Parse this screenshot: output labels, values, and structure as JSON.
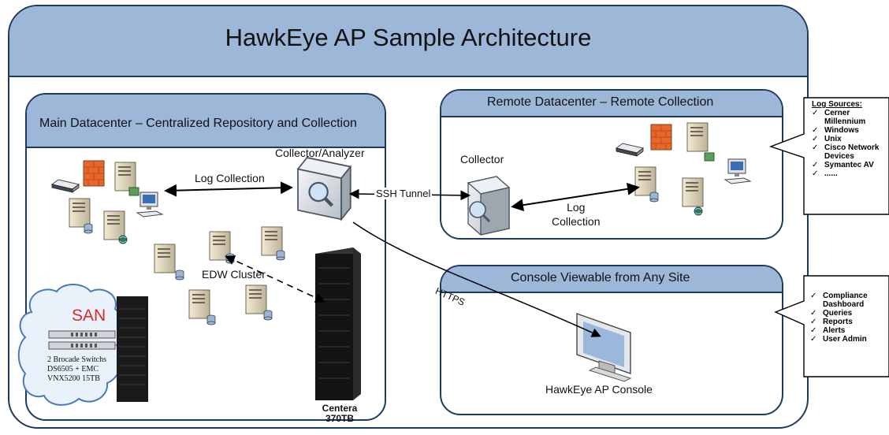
{
  "title": "HawkEye AP Sample Architecture",
  "main_datacenter": {
    "title": "Main Datacenter – Centralized Repository and Collection",
    "log_collection": "Log Collection",
    "collector_analyzer": "Collector/Analyzer",
    "edw_cluster": "EDW Cluster",
    "san_label": "SAN",
    "san_description": [
      "2 Brocade Switchs",
      "DS6505 + EMC",
      "VNX5200 15TB"
    ],
    "centera": [
      "Centera",
      "370TB"
    ]
  },
  "remote_datacenter": {
    "title": "Remote Datacenter – Remote Collection",
    "collector": "Collector",
    "log_collection": [
      "Log",
      "Collection"
    ]
  },
  "console": {
    "title": "Console Viewable from Any Site",
    "label": "HawkEye AP Console"
  },
  "links": {
    "ssh_tunnel": "SSH Tunnel",
    "https": "HTTPS"
  },
  "log_sources": {
    "heading": "Log Sources:",
    "items": [
      "Cerner Millennium",
      "Windows",
      "Unix",
      "Cisco Network Devices",
      "Symantec AV",
      "......"
    ]
  },
  "console_features": {
    "items": [
      "Compliance Dashboard",
      "Queries",
      "Reports",
      "Alerts",
      "User Admin"
    ]
  },
  "colors": {
    "header_fill": "#9cb7d8",
    "border": "#1f3a5f",
    "san_red": "#d62b2b",
    "firewall": "#e8662a"
  }
}
